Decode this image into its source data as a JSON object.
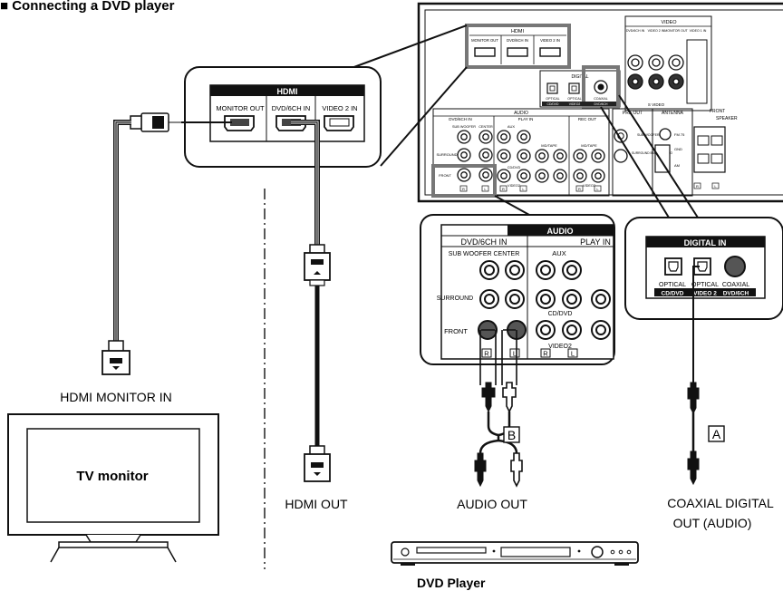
{
  "section_title": "■ Connecting a DVD player",
  "receiver": {
    "hdmi_label": "HDMI",
    "hdmi_ports": [
      "MONITOR OUT",
      "DVD/6CH IN",
      "VIDEO 2 IN"
    ],
    "video_label": "VIDEO",
    "video_ports": [
      "DVD/6CH IN",
      "VIDEO 2 IN",
      "MONITOR OUT",
      "VIDEO 1 IN"
    ],
    "svideo_label": "S VIDEO",
    "digital_label": "DIGITAL",
    "digital_ports": [
      "OPTICAL",
      "OPTICAL",
      "COAXIAL"
    ],
    "digital_sub": [
      "CD/DVD",
      "VIDEO2",
      "DVD/6CH"
    ],
    "audio_label": "AUDIO",
    "dvd6ch_label": "DVD/6CH IN",
    "playin_label": "PLAY IN",
    "recout_label": "REC OUT",
    "aux_label": "AUX",
    "subwoofer_label": "SUB WOOFER",
    "center_label": "CENTER",
    "surround_label": "SURROUND",
    "front_label": "FRONT",
    "mdtape_label": "MD/TAPE",
    "cddvd_label": "CD/DVD",
    "video2_label": "VIDEO2",
    "r_label": "R",
    "l_label": "L",
    "preout_label": "PRE OUT",
    "preout_sub": "SUB WOOFER",
    "preout_surround": "SURROUND BACK L/ MONO",
    "antenna_label": "ANTENNA",
    "fm_label": "FM 75",
    "gnd_label": "GND",
    "am_label": "AM",
    "front_spk_label": "FRONT",
    "speakers_label": "SPEAKER"
  },
  "hdmi_zoom": {
    "title": "HDMI",
    "ports": [
      "MONITOR OUT",
      "DVD/6CH IN",
      "VIDEO 2 IN"
    ]
  },
  "audio_zoom": {
    "title": "AUDIO",
    "dvd6ch": "DVD/6CH IN",
    "playin": "PLAY IN",
    "subwoofer_center": "SUB WOOFER CENTER",
    "aux": "AUX",
    "surround": "SURROUND",
    "front": "FRONT",
    "cddvd": "CD/DVD",
    "video2": "VIDEO2",
    "r": "R",
    "l": "L"
  },
  "digital_zoom": {
    "title": "DIGITAL IN",
    "ports": [
      "OPTICAL",
      "OPTICAL",
      "COAXIAL"
    ],
    "sub": [
      "CD/DVD",
      "VIDEO 2",
      "DVD/6CH"
    ]
  },
  "labels": {
    "hdmi_monitor_in": "HDMI MONITOR IN",
    "tv_monitor": "TV monitor",
    "hdmi_out": "HDMI OUT",
    "audio_out": "AUDIO OUT",
    "coaxial_line1": "COAXIAL DIGITAL",
    "coaxial_line2": "OUT (AUDIO)",
    "dvd_player": "DVD Player",
    "cable_a": "A",
    "cable_b": "B"
  }
}
